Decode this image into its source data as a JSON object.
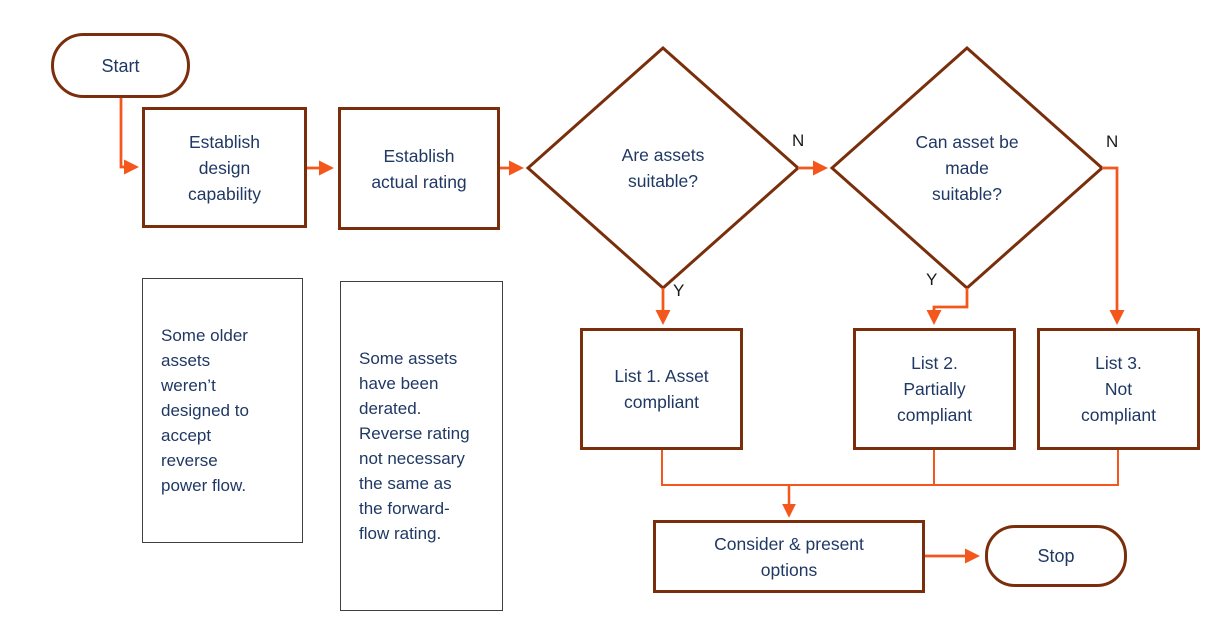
{
  "diagram": {
    "type": "flowchart",
    "nodes": {
      "start": "Start",
      "establish_design": "Establish\ndesign\ncapability",
      "establish_rating": "Establish\nactual rating",
      "assets_suitable": "Are assets\nsuitable?",
      "made_suitable": "Can asset be\nmade\nsuitable?",
      "list1": "List 1. Asset\ncompliant",
      "list2": "List 2.\nPartially\ncompliant",
      "list3": "List 3.\nNot\ncompliant",
      "consider": "Consider & present\noptions",
      "stop": "Stop"
    },
    "branch_labels": {
      "assets_suitable_no": "N",
      "assets_suitable_yes": "Y",
      "made_suitable_no": "N",
      "made_suitable_yes": "Y"
    },
    "notes": {
      "note1": "Some older\nassets\nweren’t\ndesigned to\naccept\nreverse\npower flow.",
      "note2": "Some assets\nhave been\nderated.\nReverse rating\nnot necessary\nthe same as\nthe forward-\nflow rating."
    },
    "colors": {
      "shape_border": "#7A2E0C",
      "node_text": "#1F3864",
      "arrow": "#F4571C",
      "branch_label_text": "#1A1A1A",
      "note_border": "#404040",
      "background": "#FFFFFF"
    }
  }
}
